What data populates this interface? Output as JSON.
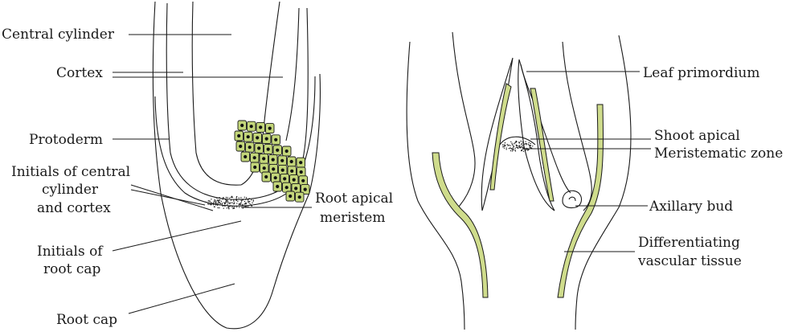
{
  "root_tip": {
    "labels": {
      "central_cylinder": "Central cylinder",
      "cortex": "Cortex",
      "protoderm": "Protoderm",
      "initials_cc_1": "Initials of central",
      "initials_cc_2": "cylinder",
      "initials_cc_3": "and cortex",
      "initials_rc_1": "Initials of",
      "initials_rc_2": "root cap",
      "root_cap": "Root cap",
      "root_apical_1": "Root apical",
      "root_apical_2": "meristem"
    }
  },
  "shoot_tip": {
    "labels": {
      "leaf_primordium": "Leaf primordium",
      "shoot_apical": "Shoot apical",
      "meristematic_zone": "Meristematic zone",
      "axillary_bud": "Axillary bud",
      "diff_vascular_1": "Differentiating",
      "diff_vascular_2": "vascular tissue"
    }
  },
  "colors": {
    "tissue_fill": "#cfdc8c",
    "cell_fill": "#c3d67a",
    "outline": "#1a1a1a"
  }
}
